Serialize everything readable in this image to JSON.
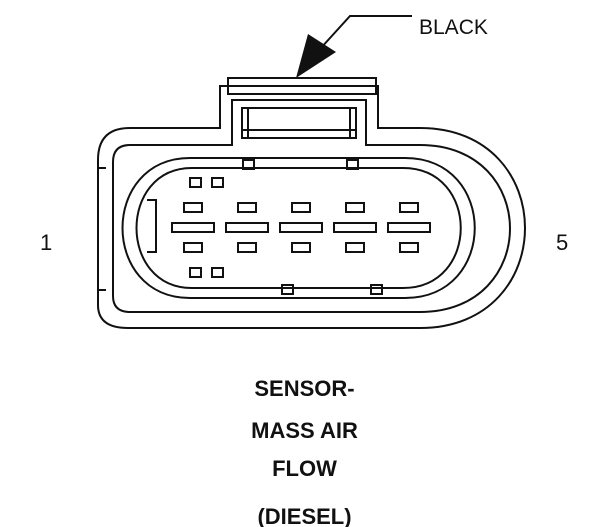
{
  "connector": {
    "wire_color_label": "BLACK",
    "pin_start_label": "1",
    "pin_end_label": "5"
  },
  "caption": {
    "line1": "SENSOR-",
    "line2": "MASS AIR",
    "line3": "FLOW",
    "line4": "(DIESEL)"
  },
  "colors": {
    "stroke": "#111111",
    "background": "#ffffff"
  }
}
